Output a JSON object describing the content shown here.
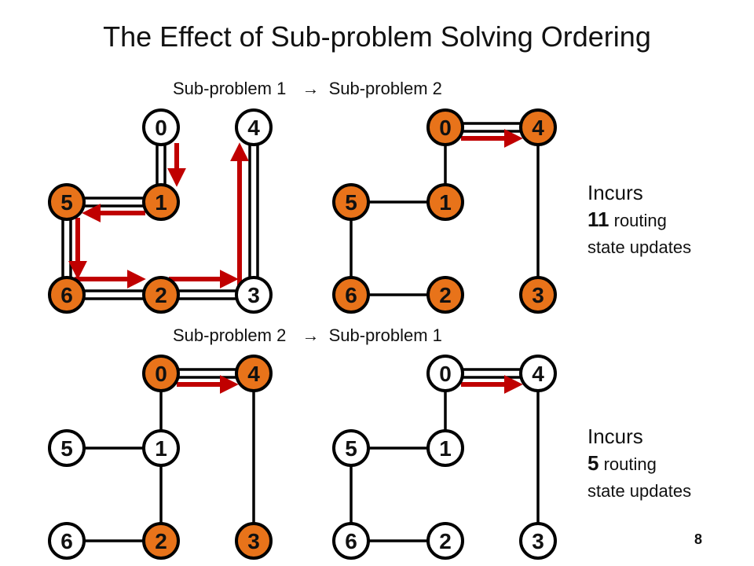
{
  "title": "The Effect of Sub-problem Solving Ordering",
  "captions": [
    {
      "from": "Sub-problem 1",
      "to": "Sub-problem 2"
    },
    {
      "from": "Sub-problem 2",
      "to": "Sub-problem 1"
    }
  ],
  "arrow_glyph": "→",
  "results": [
    {
      "line1": "Incurs",
      "count": "11",
      "rest": " routing",
      "line3": "state updates"
    },
    {
      "line1": "Incurs",
      "count": "5",
      "rest": " routing",
      "line3": "state updates"
    }
  ],
  "page_number": "8",
  "colors": {
    "orange": "#e8731a",
    "white": "#ffffff",
    "red_arrow": "#c00000",
    "edge": "#000000"
  },
  "graphs": [
    {
      "name": "top-left",
      "highlighted": [
        "1",
        "5",
        "6",
        "2"
      ],
      "edges": [
        [
          "0",
          "1",
          "double"
        ],
        [
          "5",
          "1",
          "double"
        ],
        [
          "5",
          "6",
          "double"
        ],
        [
          "6",
          "3",
          "double"
        ],
        [
          "4",
          "3",
          "double"
        ]
      ],
      "path": [
        "0",
        "1",
        "5",
        "6",
        "2",
        "3",
        "4"
      ]
    },
    {
      "name": "top-right",
      "highlighted": [
        "0",
        "4",
        "5",
        "1",
        "6",
        "2",
        "3"
      ],
      "edges": [
        [
          "0",
          "4",
          "double"
        ],
        [
          "0",
          "1",
          "single"
        ],
        [
          "5",
          "1",
          "single"
        ],
        [
          "5",
          "6",
          "single"
        ],
        [
          "6",
          "2",
          "single"
        ],
        [
          "4",
          "3",
          "single"
        ]
      ],
      "path": [
        "0",
        "4"
      ]
    },
    {
      "name": "bottom-left",
      "highlighted": [
        "0",
        "4",
        "2",
        "3"
      ],
      "edges": [
        [
          "0",
          "4",
          "double"
        ],
        [
          "0",
          "1",
          "single"
        ],
        [
          "5",
          "1",
          "single"
        ],
        [
          "1",
          "2",
          "single"
        ],
        [
          "6",
          "2",
          "single"
        ],
        [
          "4",
          "3",
          "single"
        ]
      ],
      "path": [
        "0",
        "4"
      ]
    },
    {
      "name": "bottom-right",
      "highlighted": [],
      "edges": [
        [
          "0",
          "4",
          "double"
        ],
        [
          "0",
          "1",
          "single"
        ],
        [
          "5",
          "1",
          "single"
        ],
        [
          "5",
          "6",
          "single"
        ],
        [
          "6",
          "2",
          "single"
        ],
        [
          "4",
          "3",
          "single"
        ]
      ],
      "path": [
        "0",
        "4"
      ]
    }
  ]
}
